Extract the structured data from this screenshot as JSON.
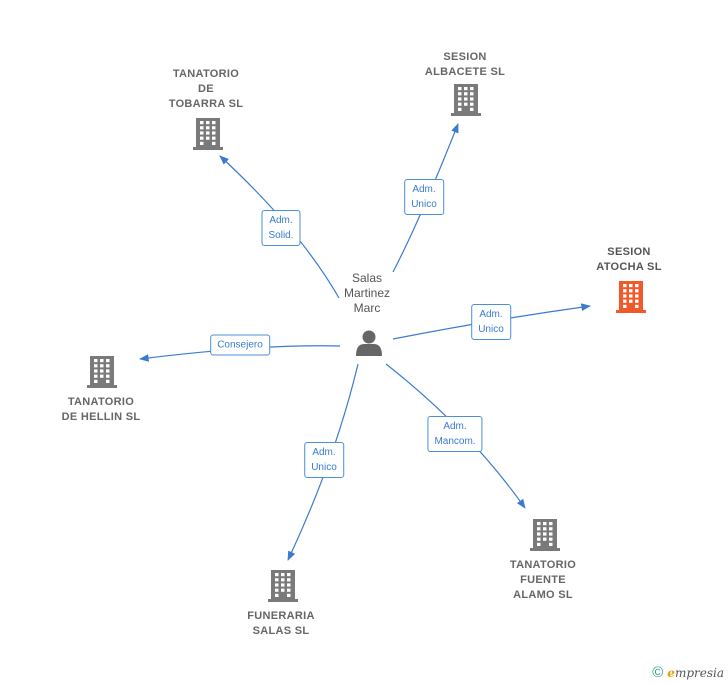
{
  "person": {
    "name": "Salas\nMartinez\nMarc",
    "icon": "person-icon"
  },
  "companies": [
    {
      "id": "tanatorio-tobarra",
      "name": "TANATORIO\nDE\nTOBARRA SL",
      "highlight": false,
      "relation": "Adm.\nSolid."
    },
    {
      "id": "sesion-albacete",
      "name": "SESION\nALBACETE  SL",
      "highlight": false,
      "relation": "Adm.\nUnico"
    },
    {
      "id": "sesion-atocha",
      "name": "SESION\nATOCHA  SL",
      "highlight": true,
      "relation": "Adm.\nUnico"
    },
    {
      "id": "tanatorio-hellin",
      "name": "TANATORIO\nDE HELLIN SL",
      "highlight": false,
      "relation": "Consejero"
    },
    {
      "id": "tanatorio-fuente-alamo",
      "name": "TANATORIO\nFUENTE\nALAMO  SL",
      "highlight": false,
      "relation": "Adm.\nMancom."
    },
    {
      "id": "funeraria-salas",
      "name": "FUNERARIA\nSALAS  SL",
      "highlight": false,
      "relation": "Adm.\nUnico"
    }
  ],
  "colors": {
    "edge": "#3a7bd0",
    "building": "#7a7a7a",
    "building_highlight": "#f05a28",
    "person": "#666666"
  },
  "footer": {
    "copyright_symbol": "©",
    "brand_first": "e",
    "brand_rest": "mpresia"
  }
}
